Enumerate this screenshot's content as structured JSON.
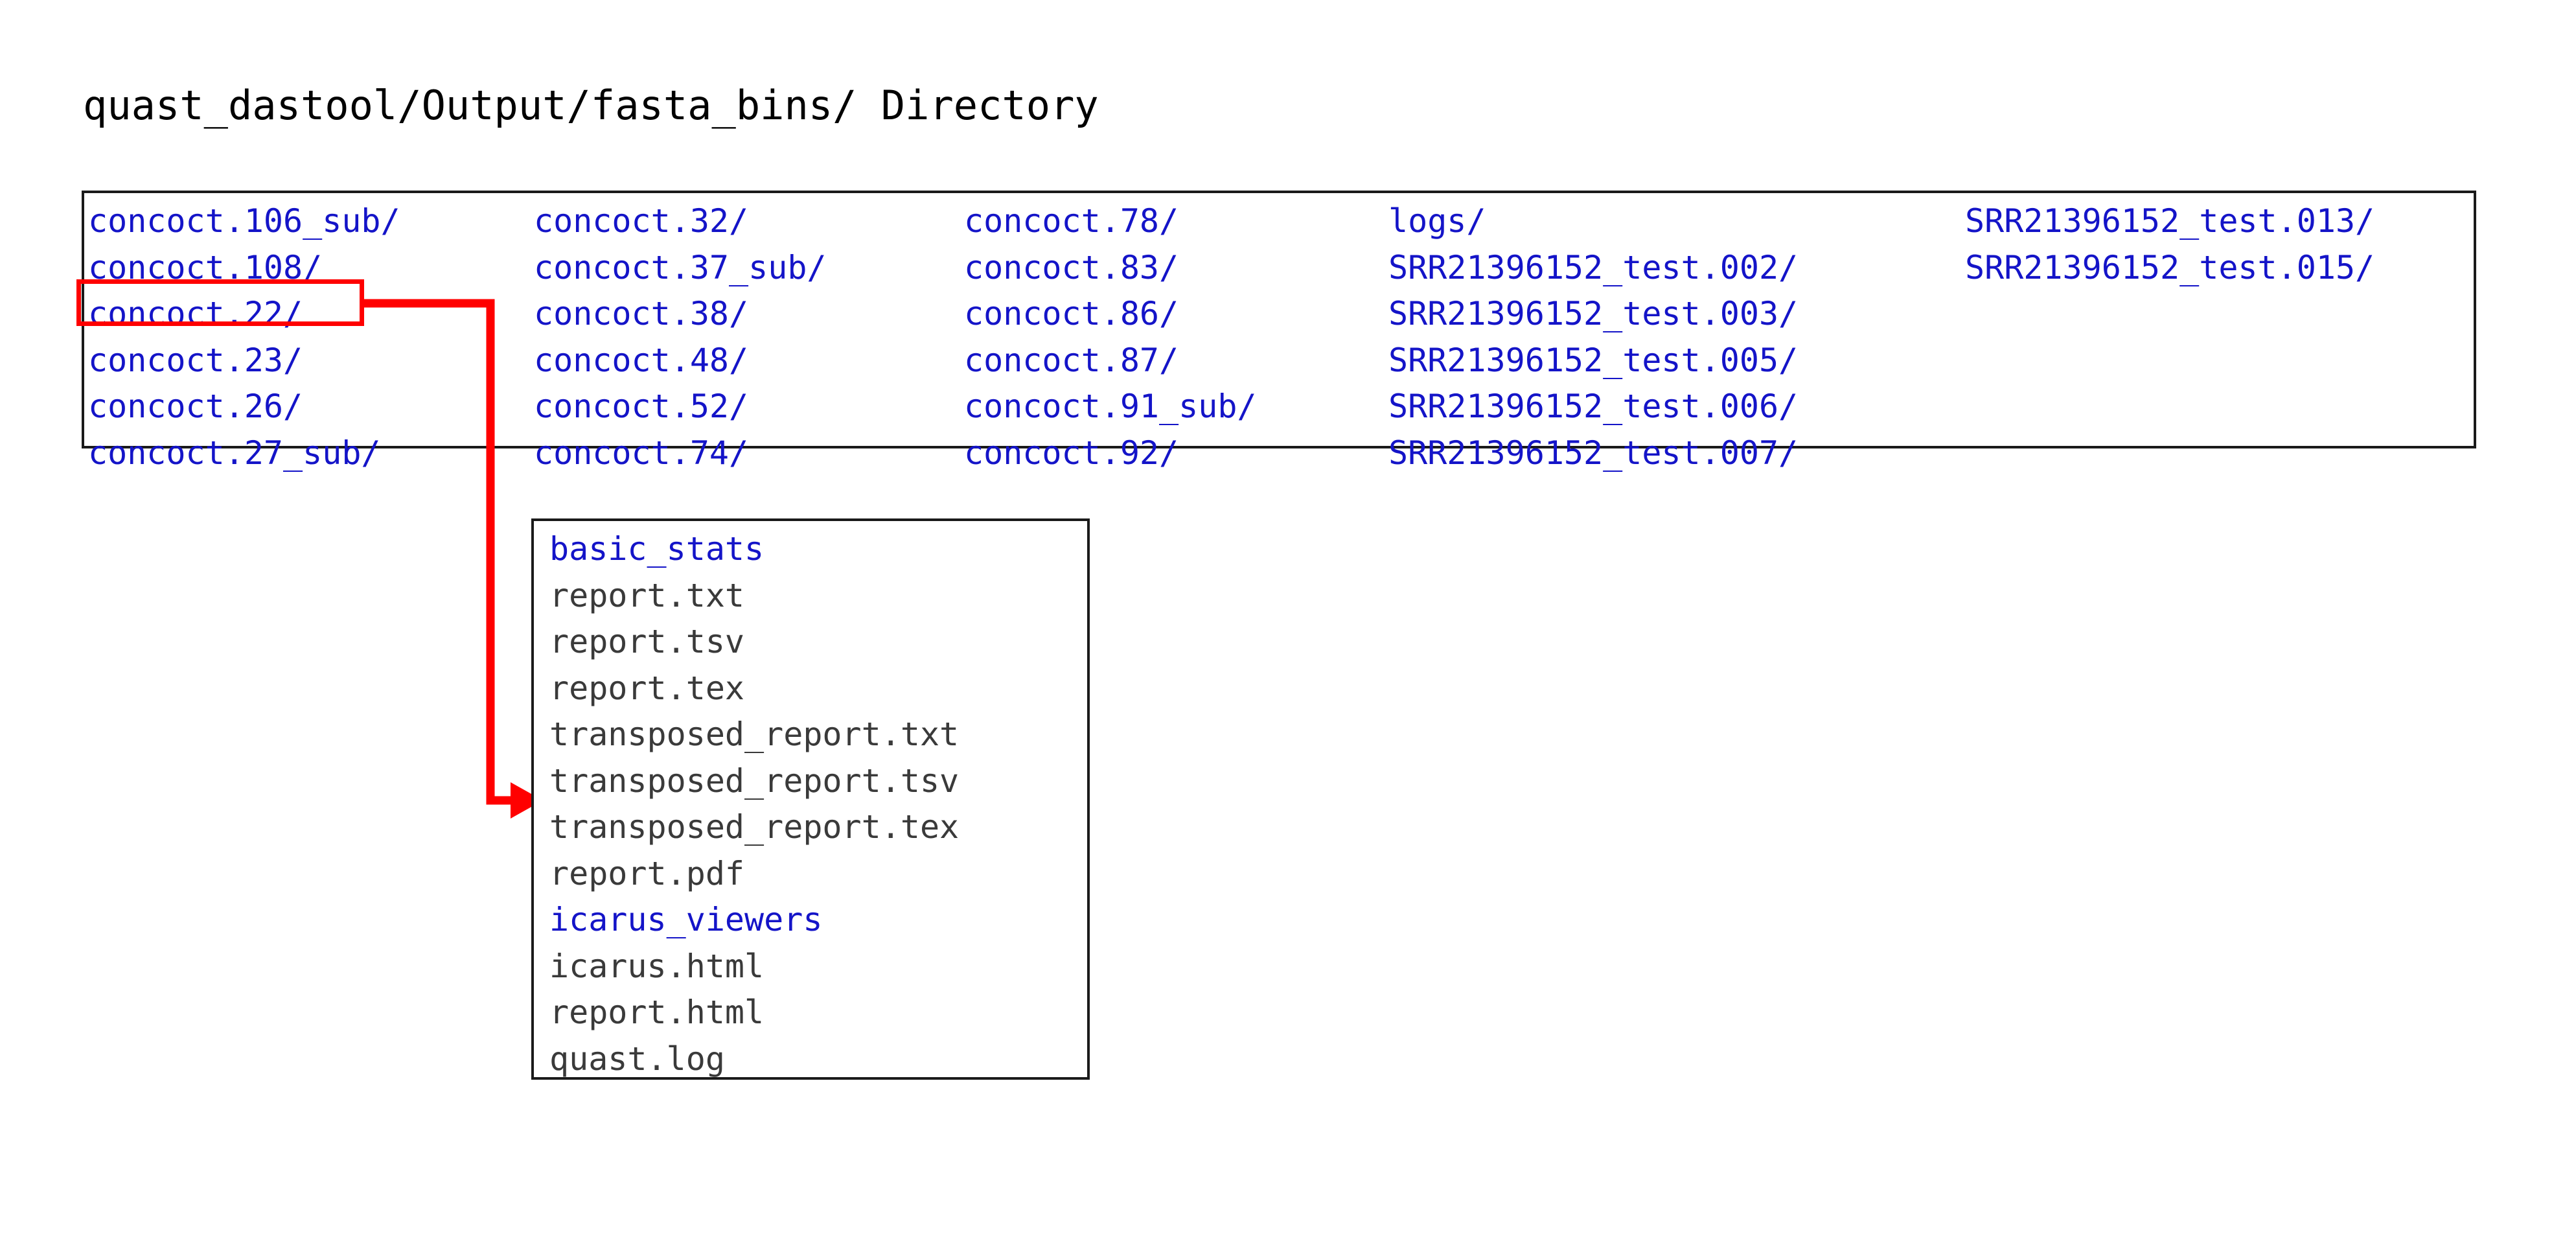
{
  "page": {
    "title": "quast_dastool/Output/fasta_bins/ Directory",
    "background_color": "#ffffff"
  },
  "colors": {
    "directory_text": "#1414c8",
    "file_text": "#3a3a3a",
    "annotation_red": "#ff0000",
    "box_border": "#1a1a1a",
    "title_text": "#000000"
  },
  "directory_listing": {
    "box_border_color": "#1a1a1a",
    "columns": [
      {
        "entries": [
          "concoct.106_sub/",
          "concoct.108/",
          "concoct.22/",
          "concoct.23/",
          "concoct.26/",
          "concoct.27_sub/"
        ]
      },
      {
        "entries": [
          "concoct.32/",
          "concoct.37_sub/",
          "concoct.38/",
          "concoct.48/",
          "concoct.52/",
          "concoct.74/"
        ]
      },
      {
        "entries": [
          "concoct.78/",
          "concoct.83/",
          "concoct.86/",
          "concoct.87/",
          "concoct.91_sub/",
          "concoct.92/"
        ]
      },
      {
        "entries": [
          "logs/",
          "SRR21396152_test.002/",
          "SRR21396152_test.003/",
          "SRR21396152_test.005/",
          "SRR21396152_test.006/",
          "SRR21396152_test.007/"
        ]
      },
      {
        "entries": [
          "SRR21396152_test.013/",
          "SRR21396152_test.015/"
        ]
      }
    ]
  },
  "annotation": {
    "highlighted_entry": "concoct.22/",
    "highlight_color": "#ff0000",
    "arrow_color": "#ff0000",
    "arrow_description": "elbow connector from concoct.22/ highlight to file list box"
  },
  "file_list": {
    "box_border_color": "#1a1a1a",
    "entries": [
      {
        "name": "basic_stats",
        "kind": "directory"
      },
      {
        "name": "report.txt",
        "kind": "file"
      },
      {
        "name": "report.tsv",
        "kind": "file"
      },
      {
        "name": "report.tex",
        "kind": "file"
      },
      {
        "name": "transposed_report.txt",
        "kind": "file"
      },
      {
        "name": "transposed_report.tsv",
        "kind": "file"
      },
      {
        "name": "transposed_report.tex",
        "kind": "file"
      },
      {
        "name": "report.pdf",
        "kind": "file"
      },
      {
        "name": "icarus_viewers",
        "kind": "directory"
      },
      {
        "name": "icarus.html",
        "kind": "file"
      },
      {
        "name": "report.html",
        "kind": "file"
      },
      {
        "name": "quast.log",
        "kind": "file"
      }
    ]
  }
}
